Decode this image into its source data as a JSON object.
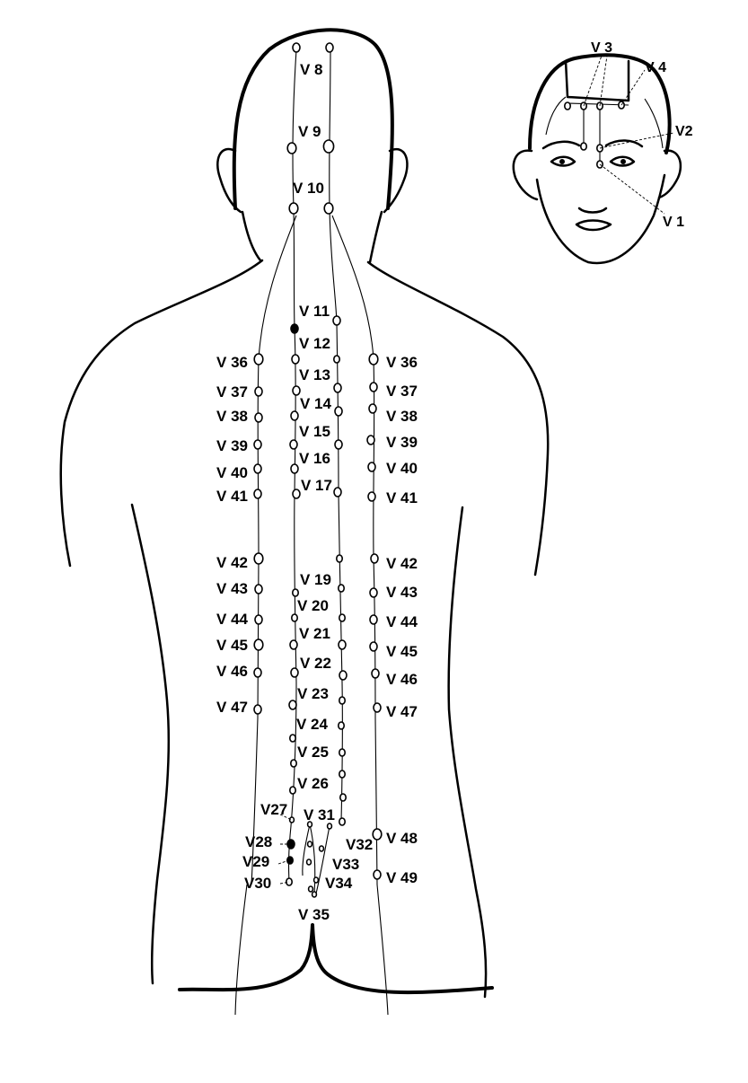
{
  "figure": {
    "back_view": {
      "points": [
        {
          "id": "V8",
          "label": "V 8"
        },
        {
          "id": "V9",
          "label": "V 9"
        },
        {
          "id": "V10",
          "label": "V 10"
        },
        {
          "id": "V11",
          "label": "V 11"
        },
        {
          "id": "V12",
          "label": "V 12"
        },
        {
          "id": "V13",
          "label": "V 13"
        },
        {
          "id": "V14",
          "label": "V 14"
        },
        {
          "id": "V15",
          "label": "V 15"
        },
        {
          "id": "V16",
          "label": "V 16"
        },
        {
          "id": "V17",
          "label": "V 17"
        },
        {
          "id": "V19",
          "label": "V 19"
        },
        {
          "id": "V20",
          "label": "V 20"
        },
        {
          "id": "V21",
          "label": "V 21"
        },
        {
          "id": "V22",
          "label": "V 22"
        },
        {
          "id": "V23",
          "label": "V 23"
        },
        {
          "id": "V24",
          "label": "V 24"
        },
        {
          "id": "V25",
          "label": "V 25"
        },
        {
          "id": "V26",
          "label": "V 26"
        },
        {
          "id": "V27",
          "label": "V27"
        },
        {
          "id": "V28",
          "label": "V28"
        },
        {
          "id": "V29",
          "label": "V29"
        },
        {
          "id": "V30",
          "label": "V30"
        },
        {
          "id": "V31",
          "label": "V 31"
        },
        {
          "id": "V32",
          "label": "V32"
        },
        {
          "id": "V33",
          "label": "V33"
        },
        {
          "id": "V34",
          "label": "V34"
        },
        {
          "id": "V35",
          "label": "V 35"
        },
        {
          "id": "V36L",
          "label": "V 36"
        },
        {
          "id": "V37L",
          "label": "V 37"
        },
        {
          "id": "V38L",
          "label": "V 38"
        },
        {
          "id": "V39L",
          "label": "V 39"
        },
        {
          "id": "V40L",
          "label": "V 40"
        },
        {
          "id": "V41L",
          "label": "V 41"
        },
        {
          "id": "V42L",
          "label": "V 42"
        },
        {
          "id": "V43L",
          "label": "V 43"
        },
        {
          "id": "V44L",
          "label": "V 44"
        },
        {
          "id": "V45L",
          "label": "V 45"
        },
        {
          "id": "V46L",
          "label": "V 46"
        },
        {
          "id": "V47L",
          "label": "V 47"
        },
        {
          "id": "V36R",
          "label": "V 36"
        },
        {
          "id": "V37R",
          "label": "V 37"
        },
        {
          "id": "V38R",
          "label": "V 38"
        },
        {
          "id": "V39R",
          "label": "V 39"
        },
        {
          "id": "V40R",
          "label": "V 40"
        },
        {
          "id": "V41R",
          "label": "V 41"
        },
        {
          "id": "V42R",
          "label": "V 42"
        },
        {
          "id": "V43R",
          "label": "V 43"
        },
        {
          "id": "V44R",
          "label": "V 44"
        },
        {
          "id": "V45R",
          "label": "V 45"
        },
        {
          "id": "V46R",
          "label": "V 46"
        },
        {
          "id": "V47R",
          "label": "V 47"
        },
        {
          "id": "V48",
          "label": "V 48"
        },
        {
          "id": "V49",
          "label": "V 49"
        }
      ]
    },
    "face_view": {
      "points": [
        {
          "id": "V1",
          "label": "V 1"
        },
        {
          "id": "V2",
          "label": "V2"
        },
        {
          "id": "V3",
          "label": "V 3"
        },
        {
          "id": "V4",
          "label": "V 4"
        }
      ]
    }
  }
}
